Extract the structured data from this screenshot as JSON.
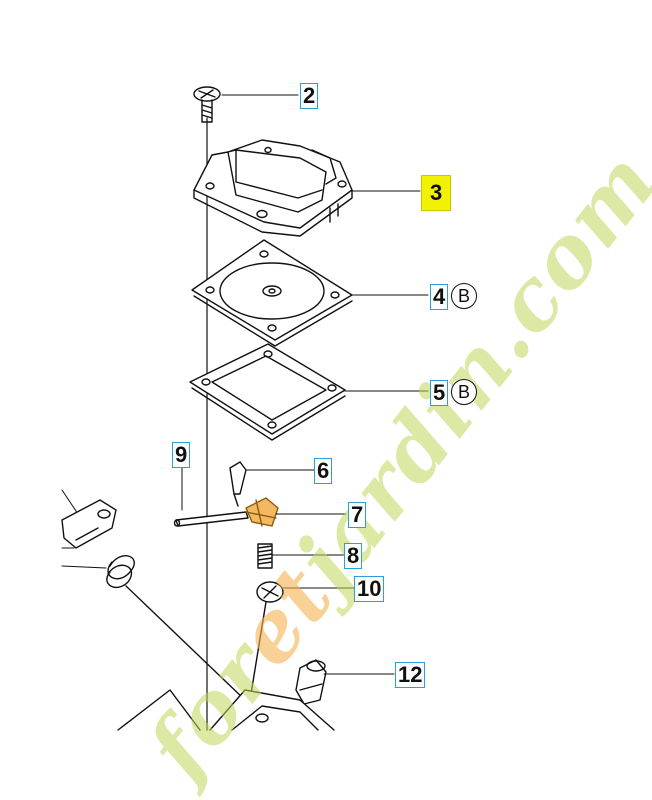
{
  "callouts": {
    "c2": "2",
    "c3": "3",
    "c4": "4",
    "c5": "5",
    "c6": "6",
    "c7": "7",
    "c8": "8",
    "c9": "9",
    "c10": "10",
    "c12": "12"
  },
  "markers": {
    "b4": "B",
    "b5": "B"
  },
  "watermark": {
    "part1": "for",
    "part2": "et",
    "part3": "jardin.com"
  },
  "colors": {
    "highlight": "#f2f200",
    "callout_border": "#2a9fd8",
    "watermark_green": "#bed75a",
    "watermark_orange": "#f5b250"
  }
}
